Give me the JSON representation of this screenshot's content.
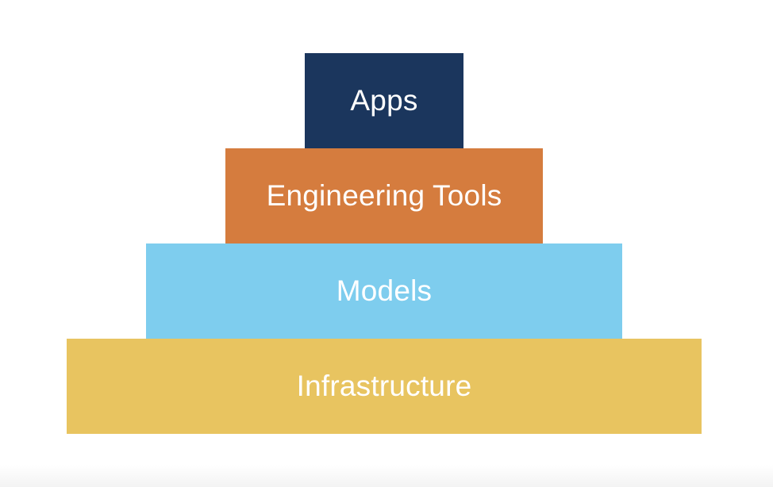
{
  "diagram": {
    "tiers": [
      {
        "label": "Apps",
        "color": "#1b365d"
      },
      {
        "label": "Engineering Tools",
        "color": "#d57c3e"
      },
      {
        "label": "Models",
        "color": "#7ecdee"
      },
      {
        "label": "Infrastructure",
        "color": "#e8c460"
      }
    ]
  }
}
